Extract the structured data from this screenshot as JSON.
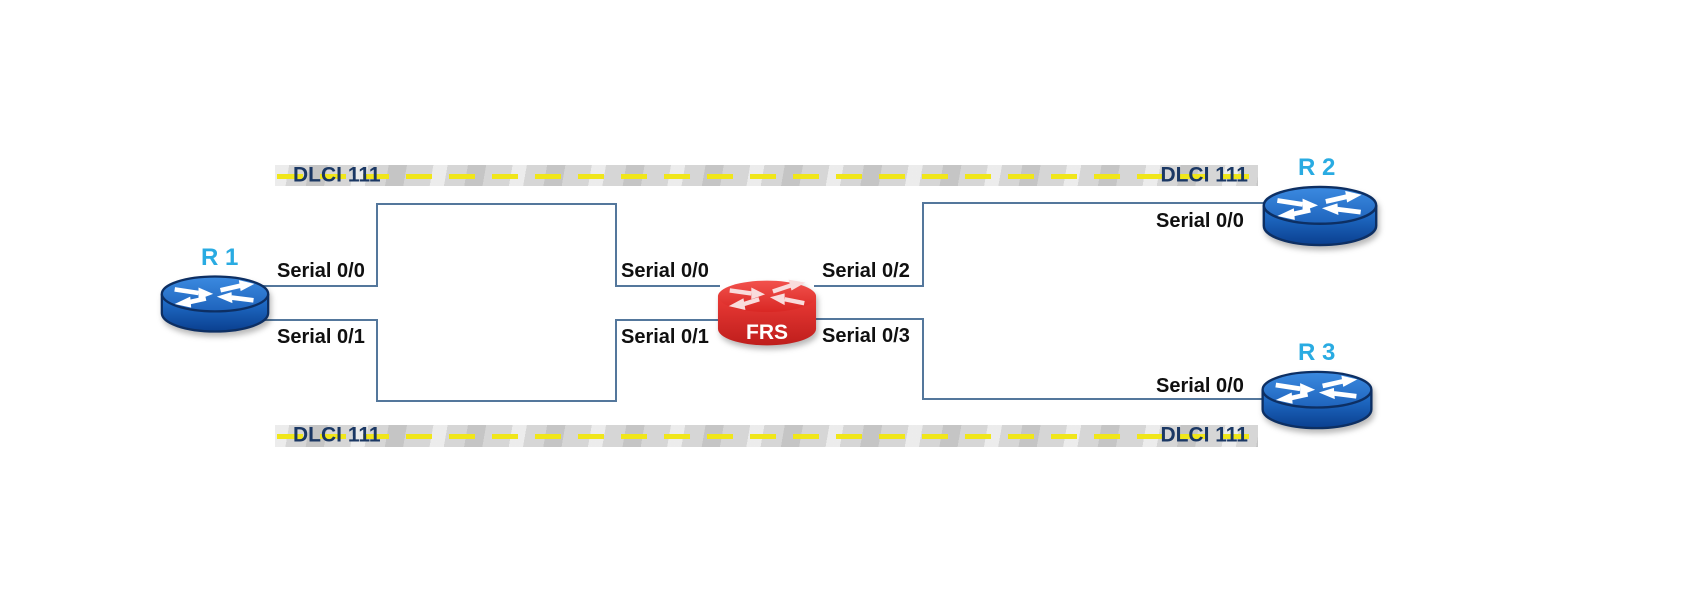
{
  "diagram": {
    "type": "frame-relay-network-topology",
    "devices": {
      "r1": {
        "name": "R 1",
        "kind": "router"
      },
      "r2": {
        "name": "R 2",
        "kind": "router"
      },
      "r3": {
        "name": "R 3",
        "kind": "router"
      },
      "frs": {
        "name": "FRS",
        "kind": "frame-relay-switch"
      }
    },
    "interfaces": {
      "r1_serial00": "Serial 0/0",
      "r1_serial01": "Serial 0/1",
      "frs_serial00": "Serial 0/0",
      "frs_serial01": "Serial 0/1",
      "frs_serial02": "Serial 0/2",
      "frs_serial03": "Serial 0/3",
      "r2_serial00": "Serial 0/0",
      "r3_serial00": "Serial 0/0"
    },
    "pvc_bands": {
      "top": {
        "left_label": "DLCI 111",
        "right_label": "DLCI 111"
      },
      "bottom": {
        "left_label": "DLCI 111",
        "right_label": "DLCI 111"
      }
    },
    "colors": {
      "link_line": "#54779c",
      "dlci_text": "#1b3864",
      "dlci_dash_yellow": "#f0e61a",
      "band_gray": "#d6d6d6",
      "router_name_cyan": "#29abe2",
      "router_body_blue": "#1a67c9",
      "switch_body_red": "#e3302e",
      "interface_label_black": "#101010"
    }
  }
}
